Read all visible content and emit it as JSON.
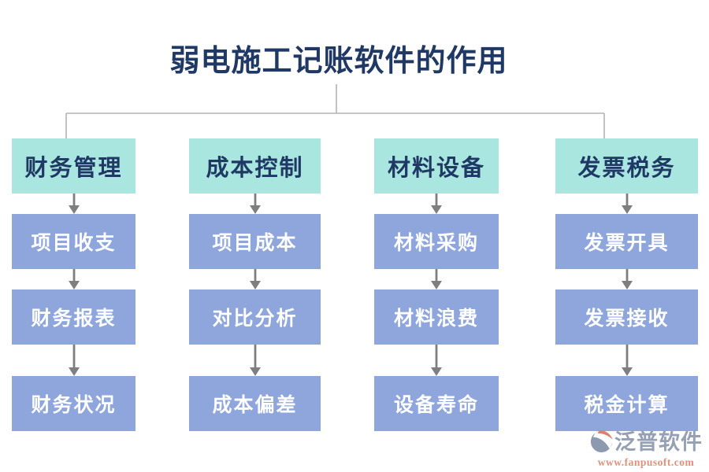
{
  "title": "弱电施工记账软件的作用",
  "columns": [
    {
      "header": "财务管理",
      "items": [
        "项目收支",
        "财务报表",
        "财务状况"
      ]
    },
    {
      "header": "成本控制",
      "items": [
        "项目成本",
        "对比分析",
        "成本偏差"
      ]
    },
    {
      "header": "材料设备",
      "items": [
        "材料采购",
        "材料浪费",
        "设备寿命"
      ]
    },
    {
      "header": "发票税务",
      "items": [
        "发票开具",
        "发票接收",
        "税金计算"
      ]
    }
  ],
  "footer": {
    "brand": "泛普软件",
    "url": "www.fanpusoft.com"
  },
  "colors": {
    "title_text": "#1F3864",
    "header_box": "#A9E6DF",
    "header_text": "#1F3864",
    "item_box": "#8EA6DC",
    "item_text": "#FFFFFF",
    "connector_line": "#B3B3B3",
    "arrow": "#7F7F7F",
    "brand_text": "#95A0B5",
    "url_text": "#E2907C"
  }
}
